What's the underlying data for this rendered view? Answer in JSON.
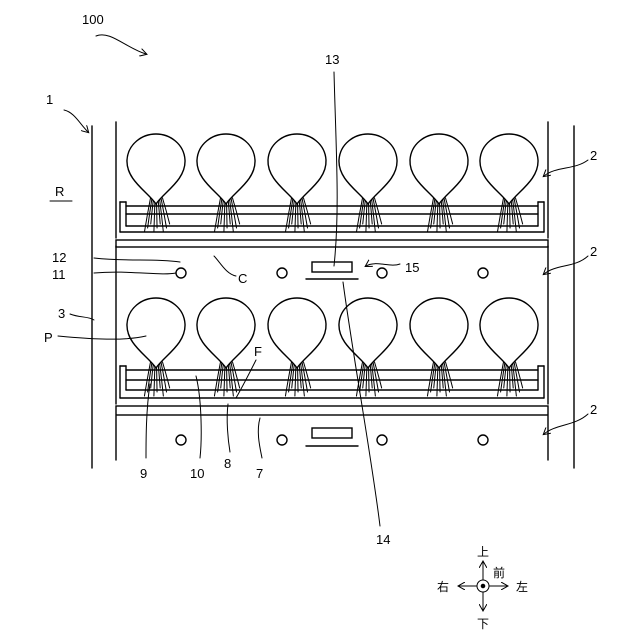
{
  "labels": {
    "n100": "100",
    "n1": "1",
    "n2a": "2",
    "n2b": "2",
    "n2c": "2",
    "n3": "3",
    "nR": "R",
    "nP": "P",
    "n7": "7",
    "n8": "8",
    "n9": "9",
    "n10": "10",
    "n11": "11",
    "n12": "12",
    "n13": "13",
    "n14": "14",
    "n15": "15",
    "nC": "C",
    "nF": "F"
  },
  "directions": {
    "up": "上",
    "down": "下",
    "left": "右",
    "right": "左",
    "front": "前"
  },
  "shelf_rows": 2,
  "plants_per_row": 6
}
